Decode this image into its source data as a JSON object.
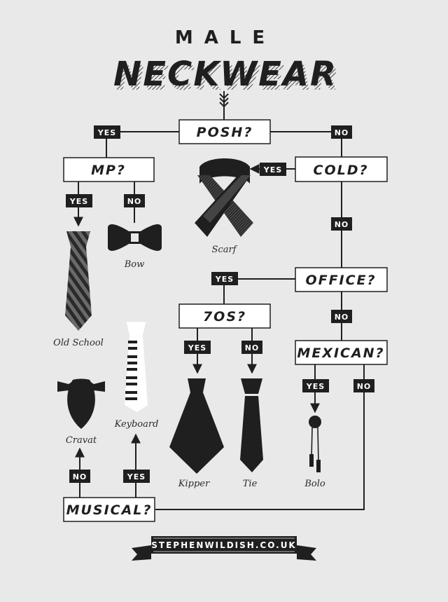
{
  "title": {
    "line1": "MALE",
    "line2": "NECKWEAR"
  },
  "questions": {
    "posh": "POSH?",
    "mp": "MP?",
    "cold": "COLD?",
    "office": "OFFICE?",
    "seventies": "7OS?",
    "mexican": "MEXICAN?",
    "musical": "MUSICAL?"
  },
  "answers": {
    "yes": "YES",
    "no": "NO"
  },
  "items": {
    "scarf": "Scarf",
    "bow": "Bow",
    "old_school": "Old School",
    "keyboard": "Keyboard",
    "cravat": "Cravat",
    "kipper": "Kipper",
    "tie": "Tie",
    "bolo": "Bolo"
  },
  "footer": {
    "url": "STEPHENWILDISH.CO.UK"
  },
  "colors": {
    "ink": "#1f1f1f",
    "background": "#e9e9e9",
    "box": "#ffffff"
  }
}
